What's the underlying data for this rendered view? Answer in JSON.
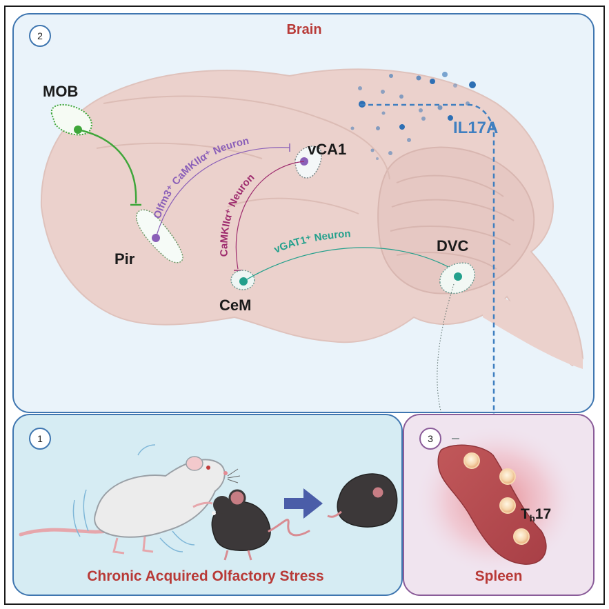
{
  "panels": {
    "brain": {
      "number": "2",
      "title": "Brain"
    },
    "stress": {
      "number": "1",
      "title": "Chronic Acquired Olfactory Stress"
    },
    "spleen": {
      "number": "3",
      "title": "Spleen"
    }
  },
  "regions": {
    "mob": "MOB",
    "pir": "Pir",
    "vca1": "vCA1",
    "cem": "CeM",
    "dvc": "DVC"
  },
  "pathways": {
    "olfm3": "Olfm3⁺ CaMKIIα⁺ Neuron",
    "camk": "CaMKIIα⁺ Neuron",
    "vgat": "vGAT1⁺ Neuron"
  },
  "cytokine": "IL17A",
  "cells": {
    "main": "T",
    "sub": "h",
    "num": "17"
  },
  "colors": {
    "brain_bg": "#eaf3fa",
    "brain_border": "#3f76b0",
    "stress_bg": "#d6ecf3",
    "spleen_bg": "#f0e4ef",
    "spleen_border": "#8a5c99",
    "title_red": "#b83a37",
    "green": "#3fa63a",
    "purple": "#8a5fb8",
    "magenta": "#9e2c6e",
    "teal": "#23a08c",
    "il17a_blue": "#3f7fc0"
  }
}
